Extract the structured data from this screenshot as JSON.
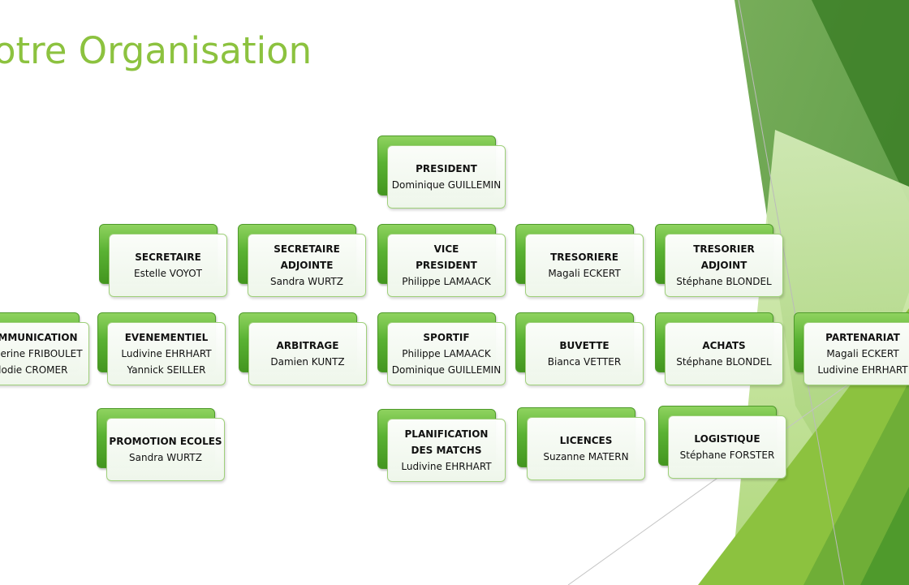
{
  "title": "otre Organisation",
  "colors": {
    "title": "#8cc23f",
    "box_green": "#5ab233",
    "accent_light": "#b8e08a",
    "accent_dark": "#3f8a26"
  },
  "nodes": [
    {
      "id": "president",
      "title": [
        "PRESIDENT"
      ],
      "names": [
        "Dominique GUILLEMIN"
      ]
    },
    {
      "id": "secretaire",
      "title": [
        "SECRETAIRE"
      ],
      "names": [
        "Estelle VOYOT"
      ]
    },
    {
      "id": "secretaire-adjointe",
      "title": [
        "SECRETAIRE",
        "ADJOINTE"
      ],
      "names": [
        "Sandra WURTZ"
      ]
    },
    {
      "id": "vice-president",
      "title": [
        "VICE",
        "PRESIDENT"
      ],
      "names": [
        "Philippe LAMAACK"
      ]
    },
    {
      "id": "tresoriere",
      "title": [
        "TRESORIERE"
      ],
      "names": [
        "Magali ECKERT"
      ]
    },
    {
      "id": "tresorier-adjoint",
      "title": [
        "TRESORIER",
        "ADJOINT"
      ],
      "names": [
        "Stéphane BLONDEL"
      ]
    },
    {
      "id": "communication",
      "title": [
        "COMMUNICATION"
      ],
      "names": [
        "Catherine FRIBOULET",
        "Élodie CROMER"
      ]
    },
    {
      "id": "evenementiel",
      "title": [
        "EVENEMENTIEL"
      ],
      "names": [
        "Ludivine EHRHART",
        "Yannick SEILLER"
      ]
    },
    {
      "id": "arbitrage",
      "title": [
        "ARBITRAGE"
      ],
      "names": [
        "Damien KUNTZ"
      ]
    },
    {
      "id": "sportif",
      "title": [
        "SPORTIF"
      ],
      "names": [
        "Philippe LAMAACK",
        "Dominique GUILLEMIN"
      ]
    },
    {
      "id": "buvette",
      "title": [
        "BUVETTE"
      ],
      "names": [
        "Bianca VETTER"
      ]
    },
    {
      "id": "achats",
      "title": [
        "ACHATS"
      ],
      "names": [
        "Stéphane BLONDEL"
      ]
    },
    {
      "id": "partenariat",
      "title": [
        "PARTENARIAT"
      ],
      "names": [
        "Magali ECKERT",
        "Ludivine EHRHART"
      ]
    },
    {
      "id": "promotion-ecoles",
      "title": [
        "PROMOTION ECOLES"
      ],
      "names": [
        "Sandra WURTZ"
      ]
    },
    {
      "id": "planification",
      "title": [
        "PLANIFICATION",
        "DES MATCHS"
      ],
      "names": [
        "Ludivine EHRHART"
      ]
    },
    {
      "id": "licences",
      "title": [
        "LICENCES"
      ],
      "names": [
        "Suzanne MATERN"
      ]
    },
    {
      "id": "logistique",
      "title": [
        "LOGISTIQUE"
      ],
      "names": [
        "Stéphane FORSTER"
      ]
    }
  ]
}
